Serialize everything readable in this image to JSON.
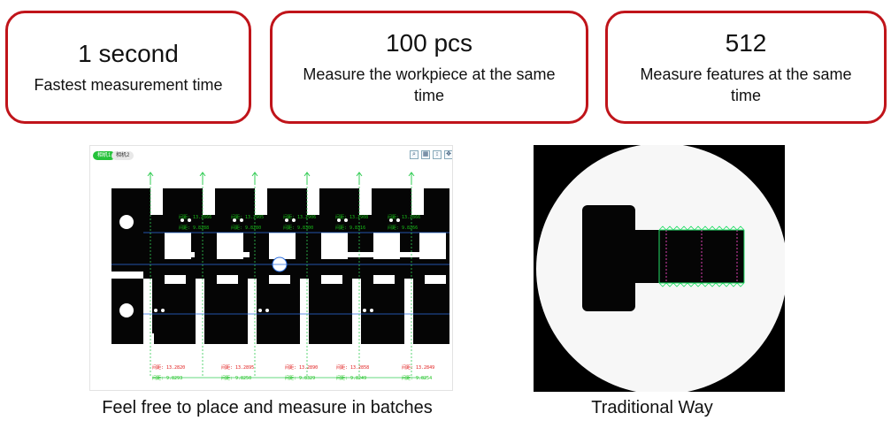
{
  "stats": [
    {
      "value": "1 second",
      "description": "Fastest measurement time"
    },
    {
      "value": "100 pcs",
      "description": "Measure the workpiece at the same time"
    },
    {
      "value": "512",
      "description": "Measure features at the same time"
    }
  ],
  "captions": {
    "left": "Feel free to place and measure in batches",
    "right": "Traditional Way"
  },
  "batch_panel": {
    "tabs": [
      "相机1",
      "相机2"
    ],
    "toolbar_icons": [
      "zoom-icon",
      "grid-icon",
      "cursor-icon",
      "move-icon"
    ],
    "upper_labels": [
      {
        "a": "间距: 13.2866",
        "b": "间距: 9.8288"
      },
      {
        "a": "间距: 13.2905",
        "b": "间距: 9.8280"
      },
      {
        "a": "间距: 13.2906",
        "b": "间距: 9.8300"
      },
      {
        "a": "间距: 13.2908",
        "b": "间距: 9.8316"
      },
      {
        "a": "间距: 13.2866",
        "b": "间距: 9.8266"
      }
    ],
    "lower_labels": [
      {
        "a": "间距: 13.2820",
        "b": "间距: 9.8293"
      },
      {
        "a": "间距: 13.2895",
        "b": "间距: 9.8250"
      },
      {
        "a": "间距: 13.2890",
        "b": "间距: 9.8329"
      },
      {
        "a": "间距: 13.2858",
        "b": "间距: 9.8249"
      },
      {
        "a": "间距: 13.2849",
        "b": "间距: 9.8254"
      }
    ],
    "colors": {
      "label_red": "#e01818",
      "label_green": "#18c018",
      "line_blue": "#2d6fe0",
      "overlay_green": "#33cc55"
    }
  },
  "traditional_panel": {
    "colors": {
      "background": "#000000",
      "lit_disc": "#f7f7f7",
      "part": "#050505",
      "edge_green": "#22dd66",
      "edge_magenta": "#d93fb0"
    }
  }
}
